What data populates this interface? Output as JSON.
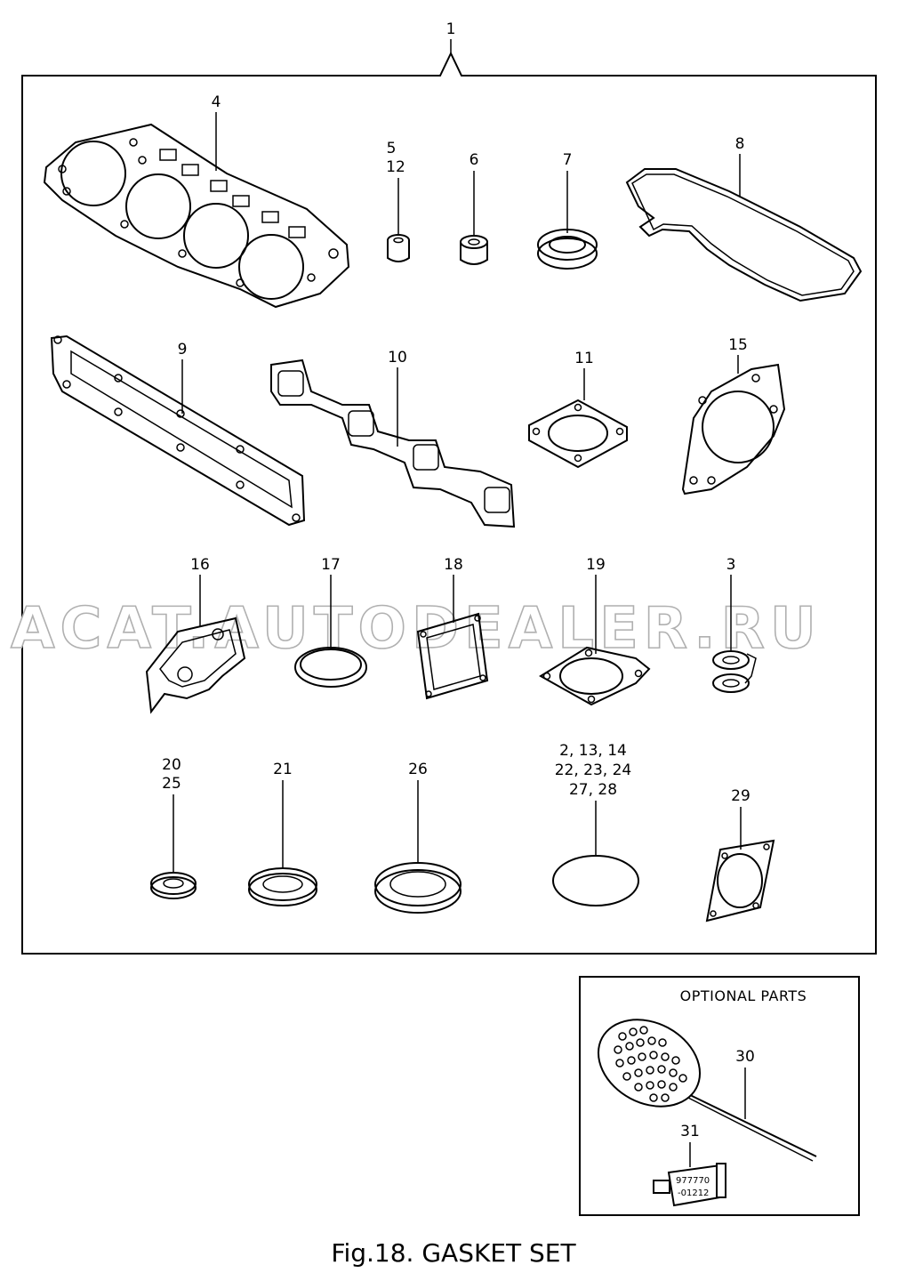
{
  "figure": {
    "caption": "Fig.18.  GASKET SET",
    "top_callout": "1",
    "watermark": "ACAT.AUTODEALER.RU"
  },
  "callouts": {
    "c4": "4",
    "c5": "5",
    "c12": "12",
    "c6": "6",
    "c7": "7",
    "c8": "8",
    "c9": "9",
    "c10": "10",
    "c11": "11",
    "c15": "15",
    "c16": "16",
    "c17": "17",
    "c18": "18",
    "c19": "19",
    "c3": "3",
    "c20": "20",
    "c25": "25",
    "c21": "21",
    "c26": "26",
    "oring_line1": "2,    13,   14",
    "oring_line2": "22,    23,   24",
    "oring_line3": "27,   28",
    "c29": "29"
  },
  "optional_parts": {
    "title": "OPTIONAL PARTS",
    "c30": "30",
    "c31": "31",
    "tube_line1": "977770",
    "tube_line2": "-01212"
  }
}
